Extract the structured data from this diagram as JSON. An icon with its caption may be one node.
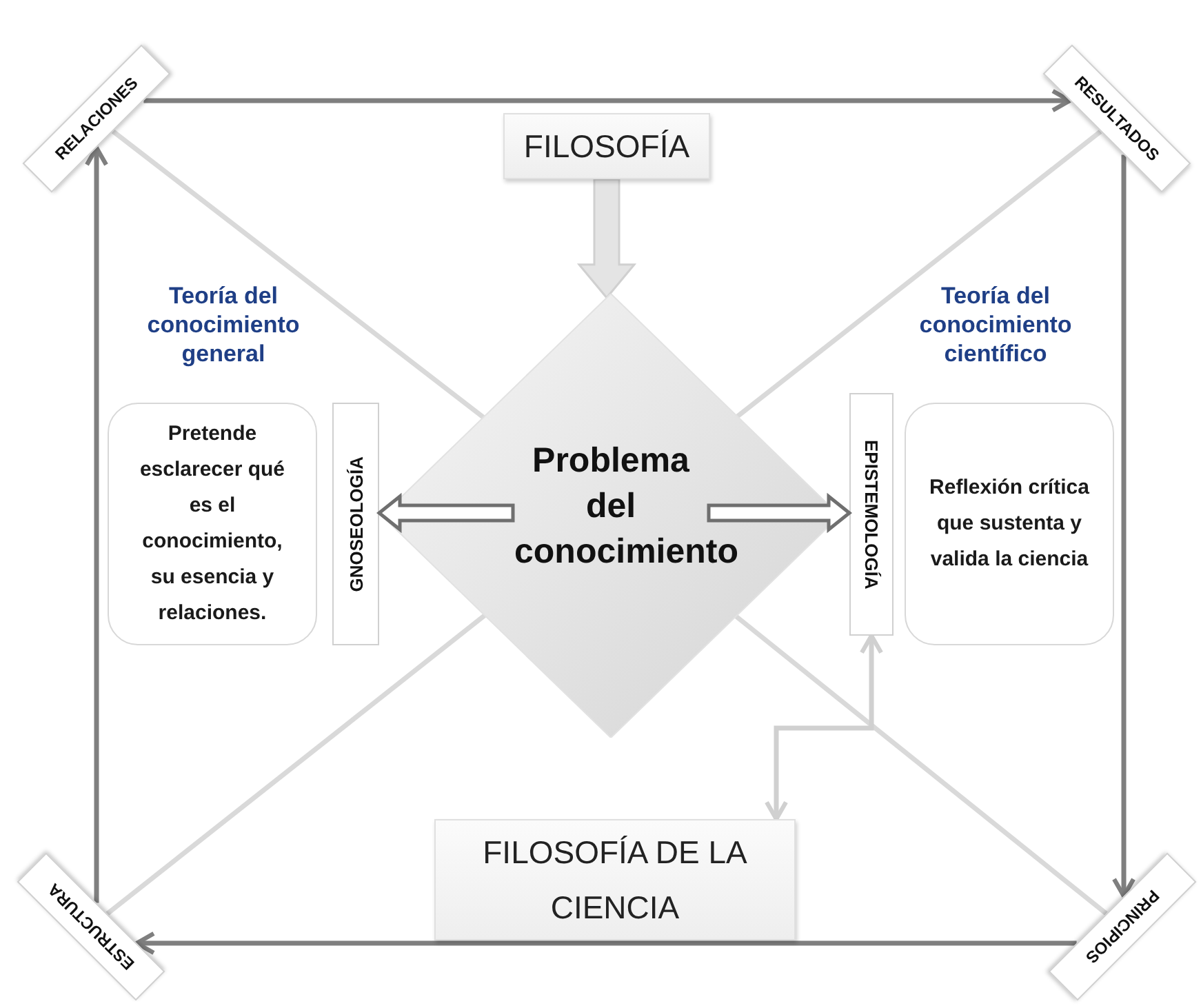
{
  "diagram": {
    "nodes": [
      {
        "text": [
          "RELACIONES"
        ]
      },
      {
        "text": [
          "RESULTADOS"
        ]
      },
      {
        "text": [
          "FILOSOFÍA"
        ]
      },
      {
        "text": [
          "Problema del conocimiento"
        ]
      },
      {
        "text": [
          "Pretende esclarecer qué es el conocimiento, su esencia y relaciones."
        ]
      },
      {
        "text": [
          "GNOSEOLOGÍA"
        ]
      },
      {
        "text": [
          "EPISTEMOLOGÍA"
        ]
      },
      {
        "text": [
          "Reflexión crítica que sustenta y valida la ciencia"
        ]
      },
      {
        "text": [
          "ESTRUCTURA"
        ]
      },
      {
        "text": [
          "FILOSOFÍA DE LA CIENCIA"
        ]
      },
      {
        "text": [
          "PRINCIPIOS"
        ]
      }
    ],
    "edges": [
      {
        "from": 0,
        "to": 1,
        "arrow": "to"
      },
      {
        "from": 1,
        "to": 10,
        "arrow": "to"
      },
      {
        "from": 10,
        "to": 8,
        "arrow": "to"
      },
      {
        "from": 8,
        "to": 0,
        "arrow": "to"
      },
      {
        "from": 0,
        "to": 3,
        "arrow": "none",
        "color": "#d9d9d9"
      },
      {
        "from": 1,
        "to": 3,
        "arrow": "none",
        "color": "#d9d9d9"
      },
      {
        "from": 8,
        "to": 3,
        "arrow": "none",
        "color": "#d9d9d9"
      },
      {
        "from": 10,
        "to": 3,
        "arrow": "none",
        "color": "#d9d9d9"
      },
      {
        "from": 2,
        "to": 3,
        "arrow": "to",
        "style": "thick",
        "color": "#e4e4e4"
      },
      {
        "from": 3,
        "to": 5,
        "arrow": "to",
        "style": "thick",
        "color": "#ffffff"
      },
      {
        "from": 3,
        "to": 6,
        "arrow": "to",
        "style": "thick",
        "color": "#ffffff"
      },
      {
        "from": 6,
        "to": 9,
        "arrow": "both",
        "color": "#d0d0d0"
      }
    ],
    "labels": [
      "Teoría del conocimiento general",
      "Teoría del conocimiento científico"
    ]
  }
}
